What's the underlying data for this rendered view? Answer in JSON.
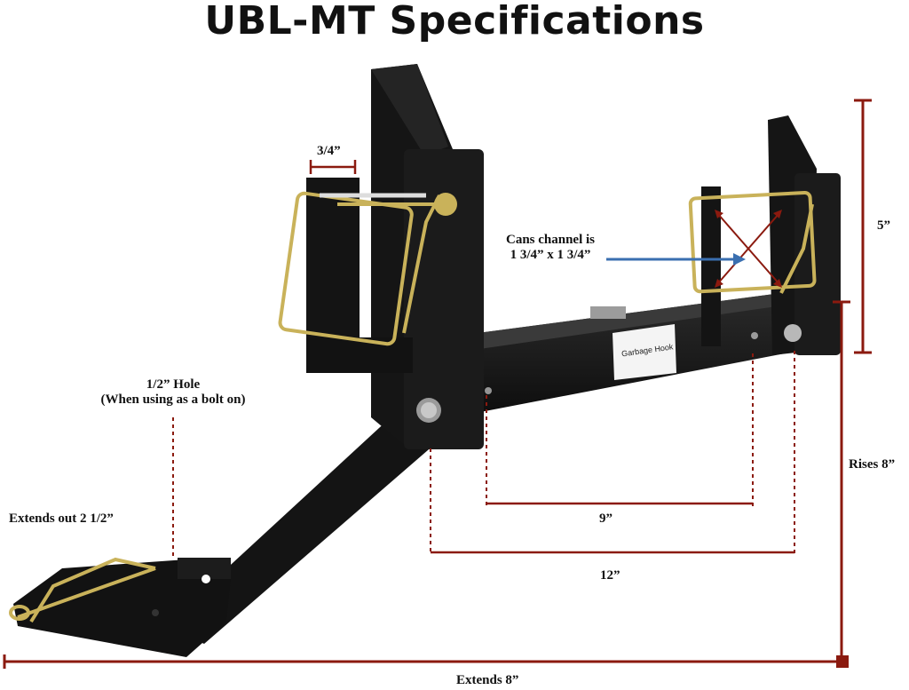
{
  "title": "UBL-MT Specifications",
  "labels": {
    "three_quarter": "3/4”",
    "cans_channel_line1": "Cans channel is",
    "cans_channel_line2": "1 3/4” x 1 3/4”",
    "five": "5”",
    "half_hole_line1": "1/2” Hole",
    "half_hole_line2": "(When using as a bolt on)",
    "extends_out": "Extends out 2 1/2”",
    "rises": "Rises 8”",
    "nine": "9”",
    "twelve": "12”",
    "extends_bottom": "Extends 8”"
  },
  "product_sticker": {
    "line1": "Garbage Hook"
  },
  "colors": {
    "dimension_line": "#8b1a0f",
    "arrow_blue": "#3a6fb0",
    "bracket_black": "#1a1a1a",
    "pin_gold": "#c9b25a"
  }
}
